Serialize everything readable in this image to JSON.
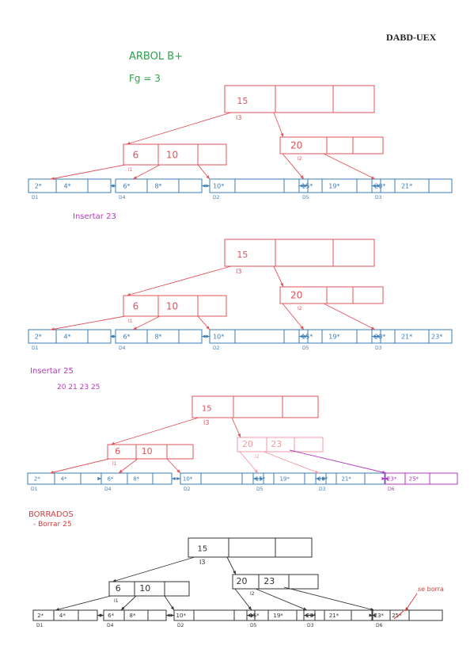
{
  "header": {
    "label": "DABD-UEX"
  },
  "intro": {
    "title": "ARBOL B+",
    "note1": "",
    "note2": "",
    "order": "Fg = 3"
  },
  "colors": {
    "red": "#e0535a",
    "blue": "#3a7cb6",
    "pink": "#f19aa0",
    "magenta": "#b23ab8",
    "green": "#2aa44c",
    "black": "#333333",
    "red_note": "#d63a3a"
  },
  "step1": {
    "root": {
      "keys": [
        "15",
        "",
        ""
      ],
      "label": "I3"
    },
    "inner_left": {
      "keys": [
        "6",
        "10",
        ""
      ],
      "label": "I1"
    },
    "inner_right": {
      "keys": [
        "20",
        "",
        ""
      ],
      "label": "I2"
    },
    "leaves": [
      {
        "keys": [
          "2*",
          "4*",
          ""
        ],
        "label": "D1"
      },
      {
        "keys": [
          "6*",
          "8*",
          ""
        ],
        "label": "D4"
      },
      {
        "keys": [
          "10*",
          "",
          ""
        ],
        "label": "D2"
      },
      {
        "keys": [
          "15*",
          "19*",
          ""
        ],
        "label": "D5"
      },
      {
        "keys": [
          "20*",
          "21*",
          ""
        ],
        "label": "D3"
      }
    ]
  },
  "step2": {
    "title": "Insertar 23",
    "root": {
      "keys": [
        "15",
        "",
        ""
      ],
      "label": "I3"
    },
    "inner_left": {
      "keys": [
        "6",
        "10",
        ""
      ],
      "label": "I1"
    },
    "inner_right": {
      "keys": [
        "20",
        "",
        ""
      ],
      "label": "I2"
    },
    "leaves": [
      {
        "keys": [
          "2*",
          "4*",
          ""
        ],
        "label": "D1"
      },
      {
        "keys": [
          "6*",
          "8*",
          ""
        ],
        "label": "D4"
      },
      {
        "keys": [
          "10*",
          "",
          ""
        ],
        "label": "D2"
      },
      {
        "keys": [
          "15*",
          "19*",
          ""
        ],
        "label": "D5"
      },
      {
        "keys": [
          "20*",
          "21*",
          "23*"
        ],
        "label": "D3"
      }
    ]
  },
  "step3": {
    "title": "Insertar 25",
    "split_note": "20 21 23 25",
    "root": {
      "keys": [
        "15",
        "",
        ""
      ],
      "label": "I3"
    },
    "inner_left": {
      "keys": [
        "6",
        "10",
        ""
      ],
      "label": "I1"
    },
    "inner_right": {
      "keys": [
        "20",
        "23",
        ""
      ],
      "label": "I2"
    },
    "leaves": [
      {
        "keys": [
          "2*",
          "4*",
          ""
        ],
        "label": "D1"
      },
      {
        "keys": [
          "6*",
          "8*",
          ""
        ],
        "label": "D4"
      },
      {
        "keys": [
          "10*",
          "",
          ""
        ],
        "label": "D2"
      },
      {
        "keys": [
          "15*",
          "19*",
          ""
        ],
        "label": "D5"
      },
      {
        "keys": [
          "20*",
          "21*",
          ""
        ],
        "label": "D3"
      },
      {
        "keys": [
          "23*",
          "25*",
          ""
        ],
        "label": "D6"
      }
    ]
  },
  "step4": {
    "title": "BORRADOS",
    "subtitle": "- Borrar 25",
    "note": "se borra",
    "root": {
      "keys": [
        "15",
        "",
        ""
      ],
      "label": "I3"
    },
    "inner_left": {
      "keys": [
        "6",
        "10",
        ""
      ],
      "label": "I1"
    },
    "inner_right": {
      "keys": [
        "20",
        "23",
        ""
      ],
      "label": "I2"
    },
    "leaves": [
      {
        "keys": [
          "2*",
          "4*",
          ""
        ],
        "label": "D1"
      },
      {
        "keys": [
          "6*",
          "8*",
          ""
        ],
        "label": "D4"
      },
      {
        "keys": [
          "10*",
          "",
          ""
        ],
        "label": "D2"
      },
      {
        "keys": [
          "15*",
          "19*",
          ""
        ],
        "label": "D5"
      },
      {
        "keys": [
          "20*",
          "21*",
          ""
        ],
        "label": "D3"
      },
      {
        "keys": [
          "23*",
          "25*",
          ""
        ],
        "label": "D6"
      }
    ]
  }
}
